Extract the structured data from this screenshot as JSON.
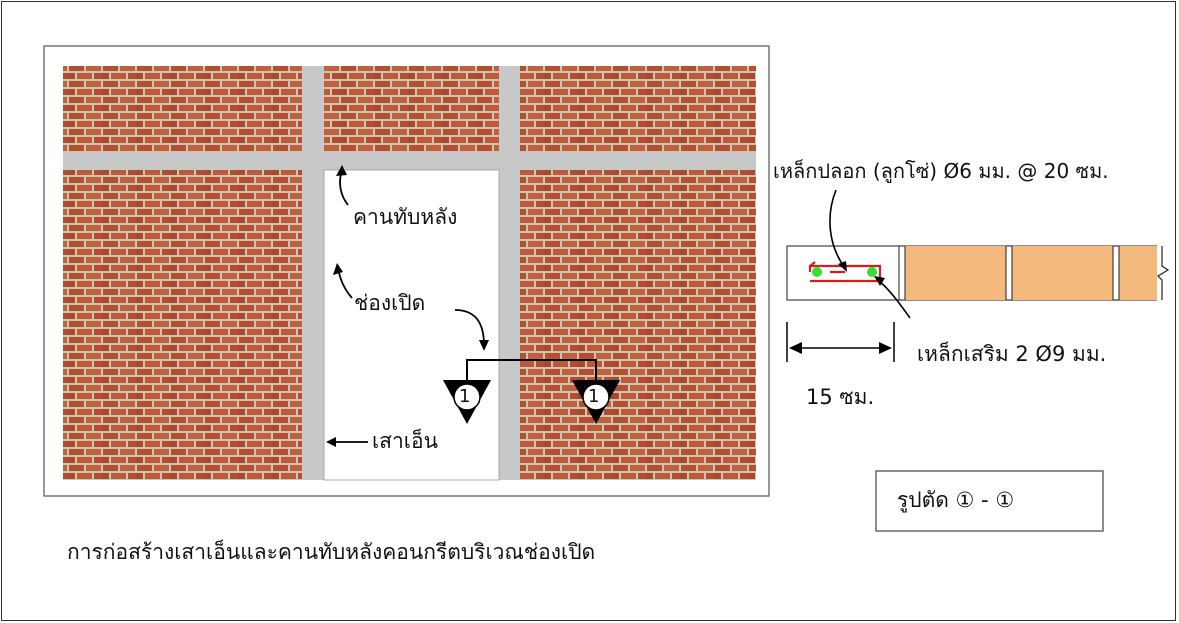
{
  "elevation": {
    "caption": "การก่อสร้างเสาเอ็นและคานทับหลังคอนกรีตบริเวณช่องเปิด",
    "label_lintel": "คานทับหลัง",
    "label_opening": "ช่องเปิด",
    "label_column": "เสาเอ็น",
    "section_marker": "1"
  },
  "section": {
    "label_stirrup": "เหล็กปลอก (ลูกโซ่) Ø6 มม. @ 20 ซม.",
    "label_rebar": "เหล็กเสริม 2  Ø9 มม.",
    "dimension": "15 ซม.",
    "title": "รูปตัด ① - ①"
  },
  "colors": {
    "brick": "#b4502e",
    "mortar": "#cfc3b3",
    "concrete": "#c8c8c8",
    "wall_section": "#f4b97c",
    "rebar": "#33dd33",
    "stirrup": "#d21f1f"
  }
}
